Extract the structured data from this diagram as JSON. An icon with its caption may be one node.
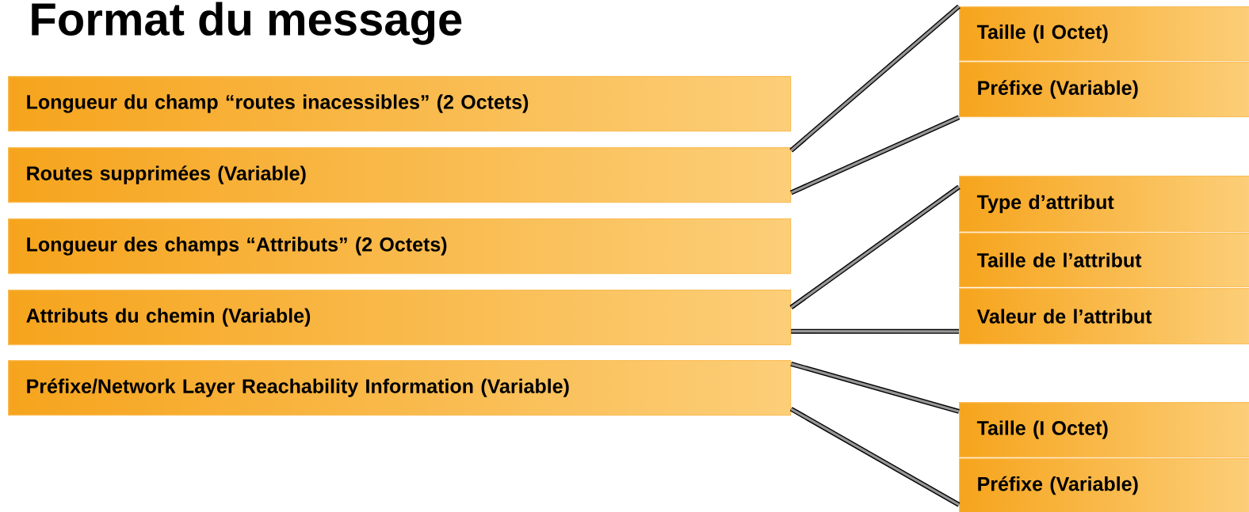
{
  "diagram": {
    "title": "Format du message",
    "nodes": [
      {
        "text": [
          "Longueur du champ “routes inacessibles” (2 Octets)"
        ]
      },
      {
        "text": [
          "Routes supprimées (Variable)"
        ]
      },
      {
        "text": [
          "Longueur des champs “Attributs” (2 Octets)"
        ]
      },
      {
        "text": [
          "Attributs du chemin (Variable)"
        ]
      },
      {
        "text": [
          "Préfixe/Network Layer Reachability Information (Variable)"
        ]
      },
      {
        "text": [
          "Taille (I Octet)"
        ]
      },
      {
        "text": [
          "Préfixe (Variable)"
        ]
      },
      {
        "text": [
          "Type d’attribut"
        ]
      },
      {
        "text": [
          "Taille de l’attribut"
        ]
      },
      {
        "text": [
          "Valeur de l’attribut"
        ]
      },
      {
        "text": [
          "Taille (I Octet)"
        ]
      },
      {
        "text": [
          "Préfixe (Variable)"
        ]
      }
    ],
    "edges": [
      {
        "from": 1,
        "to": 5,
        "arrow": "none"
      },
      {
        "from": 1,
        "to": 6,
        "arrow": "none"
      },
      {
        "from": 3,
        "to": 7,
        "arrow": "none"
      },
      {
        "from": 3,
        "to": 9,
        "arrow": "none"
      },
      {
        "from": 4,
        "to": 10,
        "arrow": "none"
      },
      {
        "from": 4,
        "to": 11,
        "arrow": "none"
      }
    ]
  }
}
